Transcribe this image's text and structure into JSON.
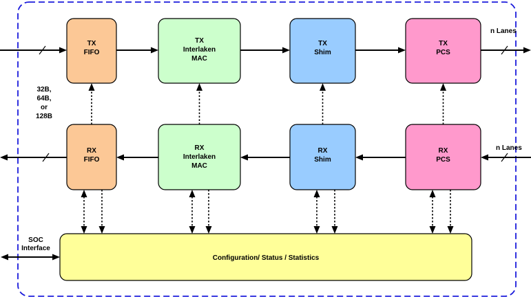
{
  "colors": {
    "fifo": "#fcc896",
    "mac": "#ccffcc",
    "shim": "#99ccff",
    "pcs": "#ff99cc",
    "config": "#ffff99",
    "border": "#1a1adb",
    "stroke": "#000000"
  },
  "blocks": {
    "tx_fifo": {
      "lines": [
        "TX",
        "FIFO"
      ]
    },
    "tx_mac": {
      "lines": [
        "TX",
        "Interlaken",
        "MAC"
      ]
    },
    "tx_shim": {
      "lines": [
        "TX",
        "Shim"
      ]
    },
    "tx_pcs": {
      "lines": [
        "TX",
        "PCS"
      ]
    },
    "rx_fifo": {
      "lines": [
        "RX",
        "FIFO"
      ]
    },
    "rx_mac": {
      "lines": [
        "RX",
        "Interlaken",
        "MAC"
      ]
    },
    "rx_shim": {
      "lines": [
        "RX",
        "Shim"
      ]
    },
    "rx_pcs": {
      "lines": [
        "RX",
        "PCS"
      ]
    },
    "config": {
      "lines": [
        "Configuration/ Status / Statistics"
      ]
    }
  },
  "labels": {
    "tx_lanes": "n Lanes",
    "rx_lanes": "n Lanes",
    "width_options": [
      "32B,",
      "64B,",
      "or",
      "128B"
    ],
    "soc_interface": [
      "SOC",
      "Interface"
    ]
  }
}
